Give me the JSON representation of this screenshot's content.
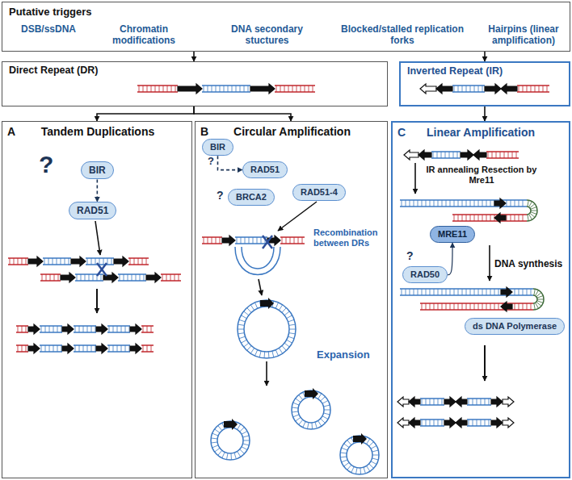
{
  "diagram": {
    "nodes": [
      {
        "text": [
          "Putative triggers",
          "DSB/ssDNA",
          "Chromatin modifications",
          "DNA secondary stuctures",
          "Blocked/stalled replication forks",
          "Hairpins (linear amplification)"
        ]
      },
      {
        "text": [
          "Direct Repeat (DR)"
        ]
      },
      {
        "text": [
          "Inverted Repeat (IR)"
        ]
      },
      {
        "text": [
          "A",
          "Tandem Duplications"
        ]
      },
      {
        "text": [
          "BIR"
        ],
        "in": 3
      },
      {
        "text": [
          "RAD51"
        ],
        "in": 3
      },
      {
        "text": [
          "B",
          "Circular Amplification"
        ]
      },
      {
        "text": [
          "BIR"
        ],
        "in": 6
      },
      {
        "text": [
          "RAD51"
        ],
        "in": 6
      },
      {
        "text": [
          "BRCA2"
        ],
        "in": 6
      },
      {
        "text": [
          "RAD51-4"
        ],
        "in": 6
      },
      {
        "text": [
          "C",
          "Linear Amplification"
        ]
      },
      {
        "text": [
          "MRE11"
        ],
        "in": 11
      },
      {
        "text": [
          "RAD50"
        ],
        "in": 11
      },
      {
        "text": [
          "ds DNA Polymerase"
        ],
        "in": 11
      }
    ],
    "edges": [
      {
        "from": 0,
        "to": 1,
        "arrow": "to"
      },
      {
        "from": 0,
        "to": 2,
        "arrow": "to"
      },
      {
        "from": 1,
        "to": 3,
        "arrow": "to"
      },
      {
        "from": 1,
        "to": 6,
        "arrow": "to"
      },
      {
        "from": 2,
        "to": 11,
        "arrow": "to"
      },
      {
        "from": 4,
        "to": 5,
        "arrow": "to"
      },
      {
        "from": 7,
        "to": 8,
        "arrow": "to"
      },
      {
        "from": 13,
        "to": 12,
        "arrow": "to"
      }
    ],
    "labels": [
      "?",
      "?",
      "?",
      "Recombination between DRs",
      "Expansion",
      "IR annealing Resection by Mre11",
      "?",
      "DNA synthesis"
    ]
  }
}
